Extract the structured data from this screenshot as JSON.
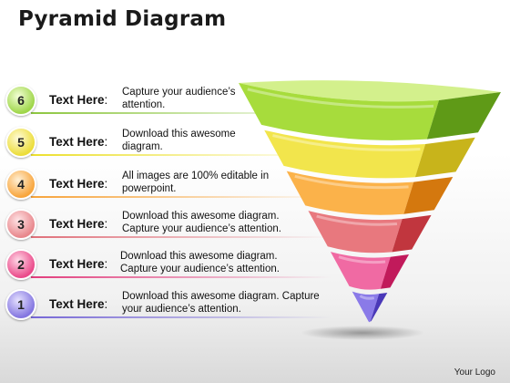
{
  "title": "Pyramid Diagram",
  "footer": "Your Logo",
  "rows": [
    {
      "number": "6",
      "label": "Text Here",
      "colon": ":",
      "text": "Capture your audience’s attention.",
      "color": "#8cc63f"
    },
    {
      "number": "5",
      "label": "Text Here",
      "colon": ":",
      "text": "Download this awesome diagram.",
      "color": "#ece02e"
    },
    {
      "number": "4",
      "label": "Text Here",
      "colon": ":",
      "text": "All images are 100% editable in powerpoint.",
      "color": "#f7a33a"
    },
    {
      "number": "3",
      "label": "Text Here",
      "colon": ":",
      "text": "Download this awesome diagram. Capture your audience’s attention.",
      "color": "#e0707a"
    },
    {
      "number": "2",
      "label": "Text Here",
      "colon": ":",
      "text": "Download this awesome diagram. Capture your audience’s attention.",
      "color": "#e23c7c"
    },
    {
      "number": "1",
      "label": "Text Here",
      "colon": ":",
      "text": "Download this awesome diagram. Capture your audience’s attention.",
      "color": "#7566d6"
    }
  ],
  "layers": [
    {
      "level": "6",
      "front": "#a7dc3c",
      "side": "#5f9a17",
      "top": "#d3f08c"
    },
    {
      "level": "5",
      "front": "#f2e54c",
      "side": "#c8b41b",
      "top": "#faf29b"
    },
    {
      "level": "4",
      "front": "#fbb24a",
      "side": "#d4780e",
      "top": "#fdd59a"
    },
    {
      "level": "3",
      "front": "#e8787e",
      "side": "#c1363e",
      "top": "#f5b2b5"
    },
    {
      "level": "2",
      "front": "#f06aa3",
      "side": "#c11a5b",
      "top": "#f7a9c9"
    },
    {
      "level": "1",
      "front": "#8a7ae8",
      "side": "#4a38b8",
      "top": "#b9b0f4"
    }
  ]
}
